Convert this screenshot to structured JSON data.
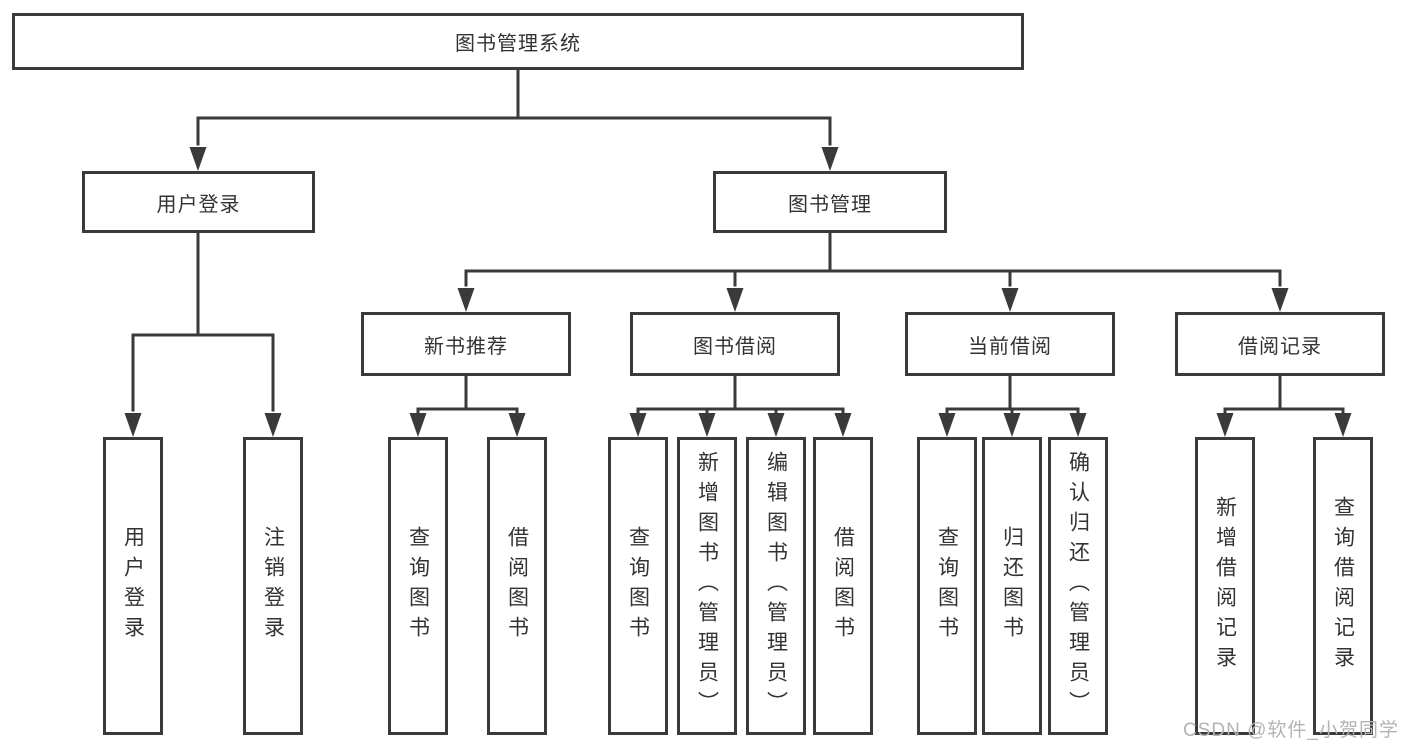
{
  "diagram": {
    "line_color": "#3a3a3a",
    "box_border_color": "#3a3a3a",
    "text_color": "#333333",
    "root": {
      "label": "图书管理系统"
    },
    "branches": [
      {
        "label": "用户登录",
        "children": [
          "用户登录",
          "注销登录"
        ]
      },
      {
        "label": "图书管理",
        "children": [
          {
            "label": "新书推荐",
            "children": [
              "查询图书",
              "借阅图书"
            ]
          },
          {
            "label": "图书借阅",
            "children": [
              "查询图书",
              "新增图书（管理员）",
              "编辑图书（管理员）",
              "借阅图书"
            ]
          },
          {
            "label": "当前借阅",
            "children": [
              "查询图书",
              "归还图书",
              "确认归还（管理员）"
            ]
          },
          {
            "label": "借阅记录",
            "children": [
              "新增借阅记录",
              "查询借阅记录"
            ]
          }
        ]
      }
    ]
  },
  "watermark": {
    "text": "CSDN @软件_小贺同学",
    "color": "#b3b3b3"
  }
}
